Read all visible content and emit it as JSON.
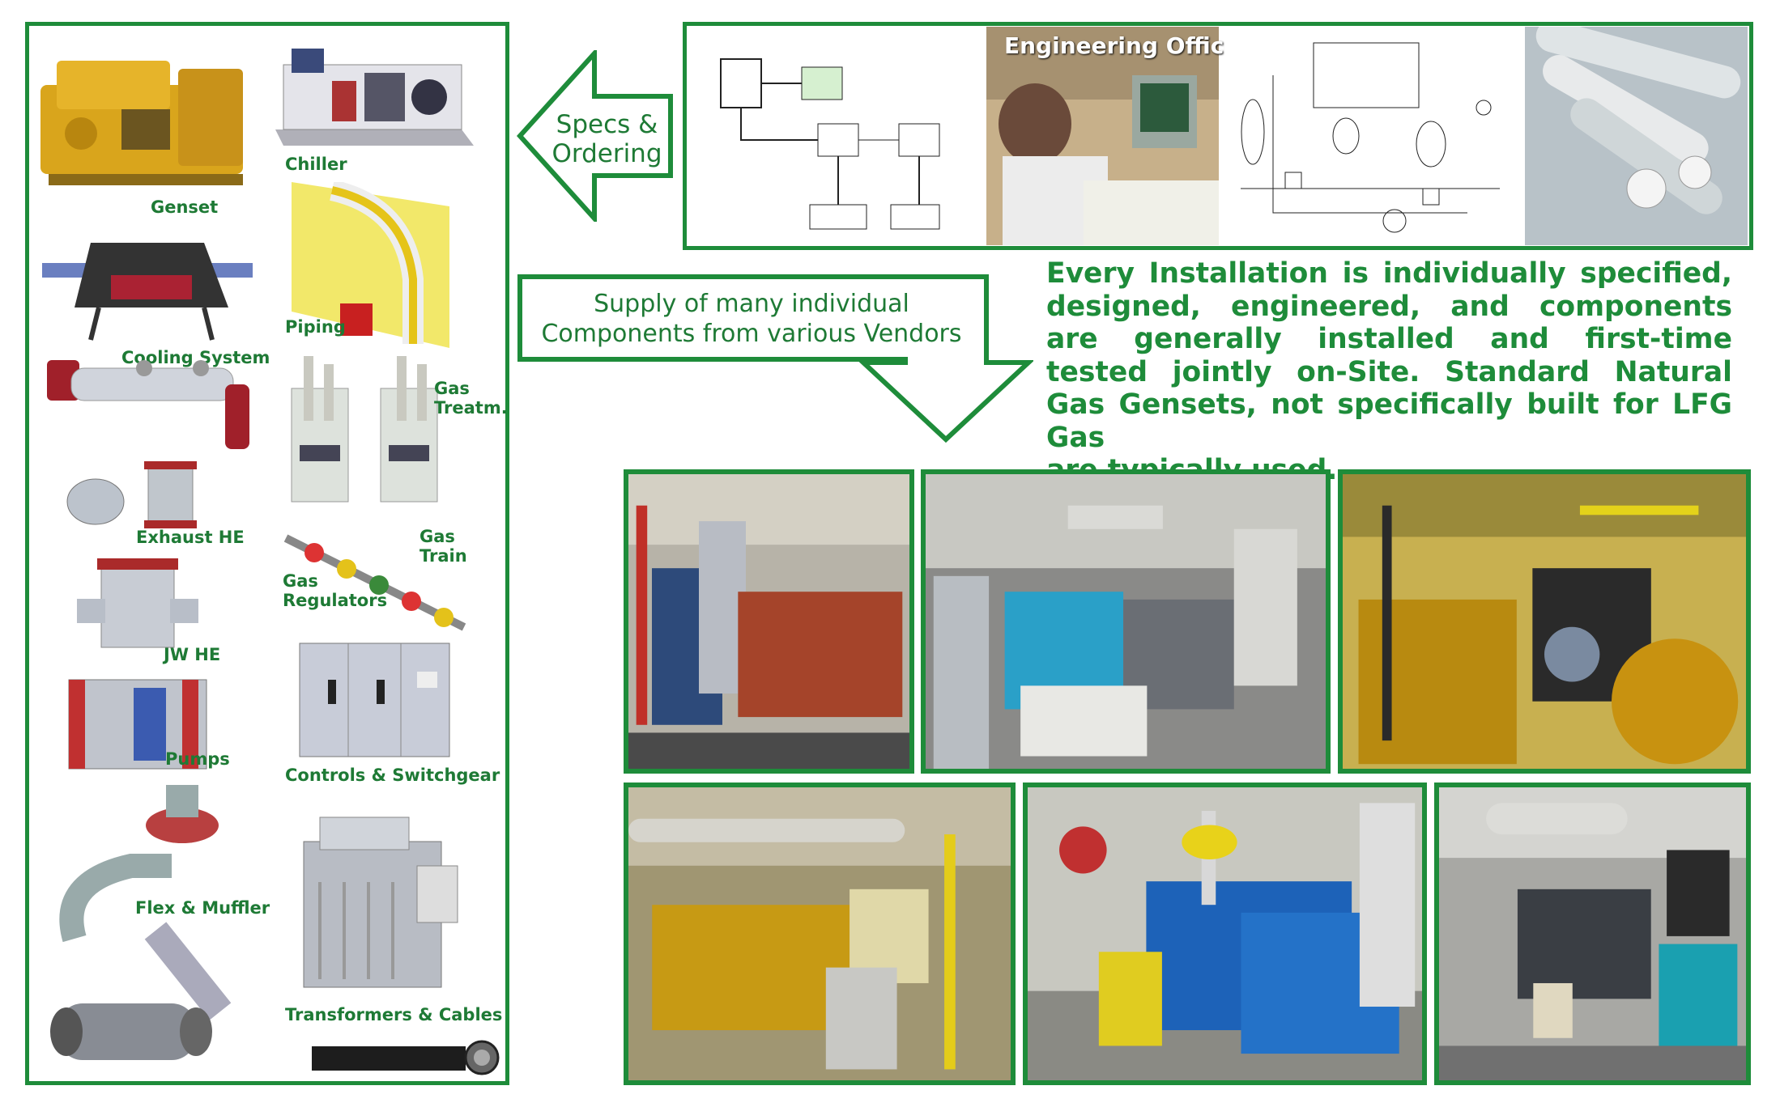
{
  "components": {
    "genset": "Genset",
    "chiller": "Chiller",
    "cooling_system": "Cooling System",
    "piping": "Piping",
    "gas_treatm_1": "Gas",
    "gas_treatm_2": "Treatm.",
    "exhaust_he": "Exhaust HE",
    "gas_train_1": "Gas",
    "gas_train_2": "Train",
    "gas_regulators_1": "Gas",
    "gas_regulators_2": "Regulators",
    "jw_he": "JW HE",
    "pumps": "Pumps",
    "controls": "Controls & Switchgear",
    "flex_muffler": "Flex & Muffler",
    "transformers": "Transformers & Cables"
  },
  "specs_arrow": {
    "line1": "Specs &",
    "line2": "Ordering"
  },
  "supply_box": {
    "line1": "Supply of many individual",
    "line2": "Components from various Vendors"
  },
  "engineering_office": "Engineering Office",
  "description": "Every Installation is individually specified, designed, engineered, and components are generally installed and first-time tested jointly on-Site. Standard Natural Gas Gensets, not specifically built for LFG Gas",
  "description_last": "are typically used.",
  "colors": {
    "accent_green": "#1e8c3a",
    "text_green": "#1e7a35"
  }
}
